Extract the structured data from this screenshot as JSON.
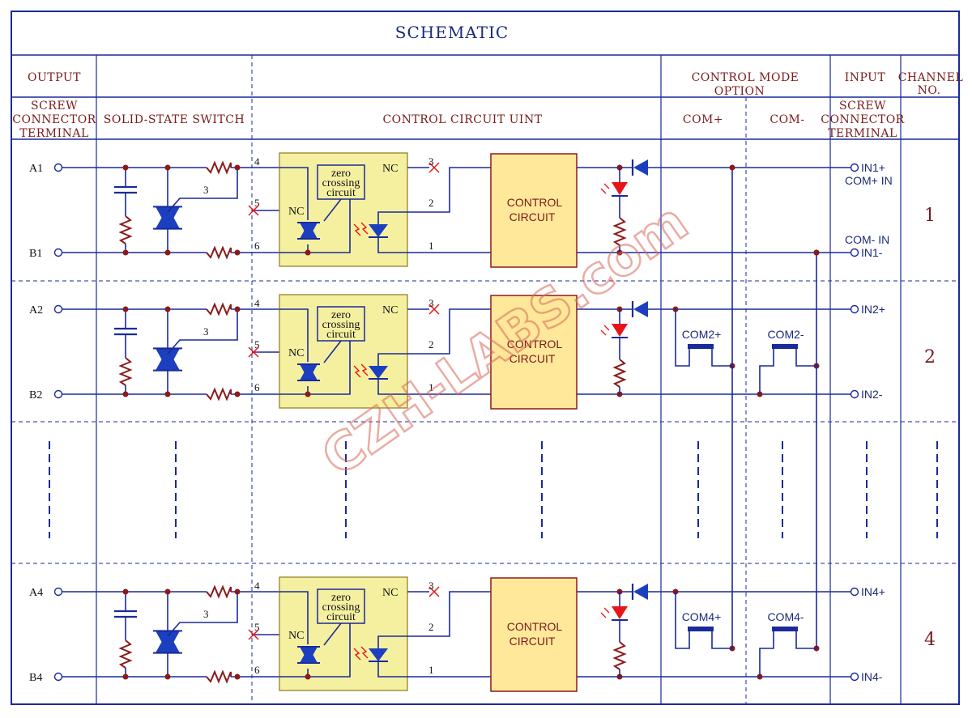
{
  "title": "SCHEMATIC",
  "headers": {
    "output": "OUTPUT",
    "screw_out": [
      "SCREW",
      "CONNECTOR",
      "TERMINAL"
    ],
    "ssr": "SOLID-STATE SWITCH",
    "ctrl": "CONTROL CIRCUIT UINT",
    "mode": [
      "CONTROL MODE",
      "OPTION"
    ],
    "com_plus": "COM+",
    "com_minus": "COM-",
    "input": "INPUT",
    "screw_in": [
      "SCREW",
      "CONNECTOR",
      "TERMINAL"
    ],
    "channel": [
      "CHANNEL",
      "NO."
    ]
  },
  "channels": [
    {
      "a": "A1",
      "b": "B1",
      "in_plus": "IN1+",
      "in_minus": "IN1-",
      "no": "1",
      "com_plus_in": "COM+ IN",
      "com_minus_in": "COM- IN"
    },
    {
      "a": "A2",
      "b": "B2",
      "in_plus": "IN2+",
      "in_minus": "IN2-",
      "no": "2",
      "jp_plus": "COM2+",
      "jp_minus": "COM2-"
    },
    {
      "a": "A4",
      "b": "B4",
      "in_plus": "IN4+",
      "in_minus": "IN4-",
      "no": "4",
      "jp_plus": "COM4+",
      "jp_minus": "COM4-"
    }
  ],
  "block": {
    "zc": [
      "zero",
      "crossing",
      "circuit"
    ],
    "nc": "NC",
    "cc": [
      "CONTROL",
      "CIRCUIT"
    ],
    "pins": {
      "p1": "1",
      "p2": "2",
      "p3": "3",
      "p4": "4",
      "p5": "5",
      "p6": "6"
    }
  },
  "watermark": "CZH-LABS.com",
  "colors": {
    "grid": "#1a2a9a",
    "wire": "#1a2a9a",
    "node": "#8b1a1a",
    "opto_fill": "#f5f0a0",
    "cc_fill": "#ffe89a",
    "led": "#e8141a",
    "text_header": "#7a1a1a"
  }
}
